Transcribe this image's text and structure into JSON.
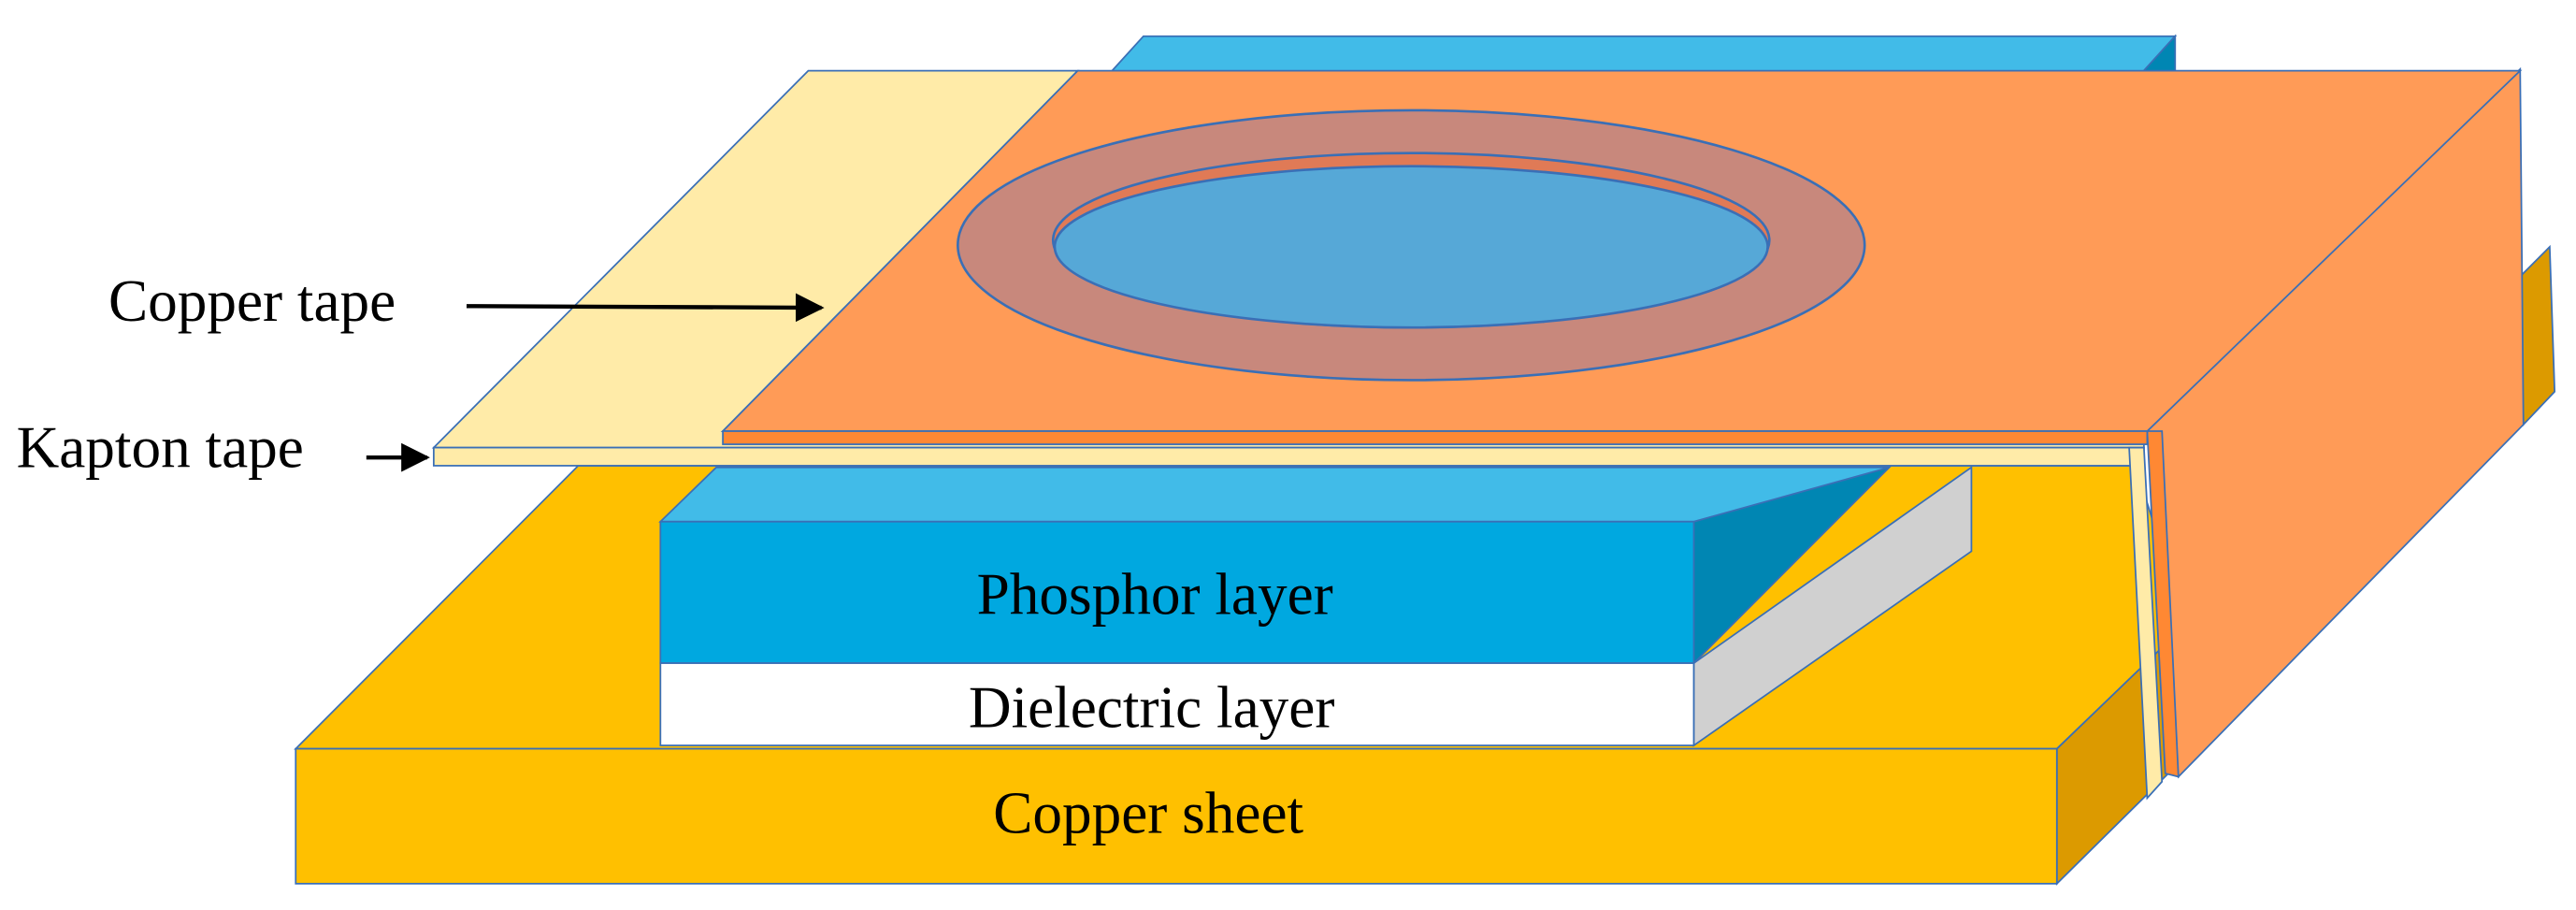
{
  "labels": {
    "copper_tape": "Copper tape",
    "kapton_tape": "Kapton tape",
    "phosphor_layer": "Phosphor layer",
    "dielectric_layer": "Dielectric layer",
    "copper_sheet": "Copper sheet"
  },
  "colors": {
    "copper_sheet_front": "#FFC000",
    "copper_sheet_top": "#FFC000",
    "copper_sheet_side": "#DC9A00",
    "copper_tape_top": "#FF9B57",
    "copper_tape_side": "#FF9B57",
    "copper_tape_edge": "#FF8833",
    "kapton_tape": "#FFEBA8",
    "phosphor_front": "#00A8E0",
    "phosphor_top": "#41BBE8",
    "phosphor_side": "#0086B3",
    "dielectric_front": "#FFFFFF",
    "dielectric_side": "#D0D0D0",
    "ring": "#C8887C",
    "window": "#56A8D7",
    "outline": "#3A6FB6"
  }
}
